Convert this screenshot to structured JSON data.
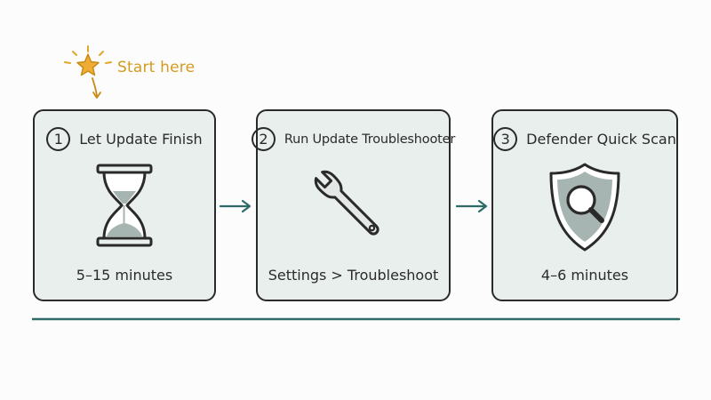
{
  "start": {
    "label": "Start here"
  },
  "steps": [
    {
      "number": "1",
      "title": "Let Update Finish",
      "caption": "5–15 minutes",
      "icon": "hourglass-icon"
    },
    {
      "number": "2",
      "title": "Run Update Troubleshooter",
      "caption": "Settings > Troubleshoot",
      "icon": "wrench-icon"
    },
    {
      "number": "3",
      "title": "Defender Quick Scan",
      "caption": "4–6 minutes",
      "icon": "shield-search-icon"
    }
  ],
  "colors": {
    "card_fill": "#e9efed",
    "outline": "#2a2a2a",
    "accent_teal": "#2e6b68",
    "star_gold": "#e3a62d",
    "start_label": "#d39b1f"
  }
}
